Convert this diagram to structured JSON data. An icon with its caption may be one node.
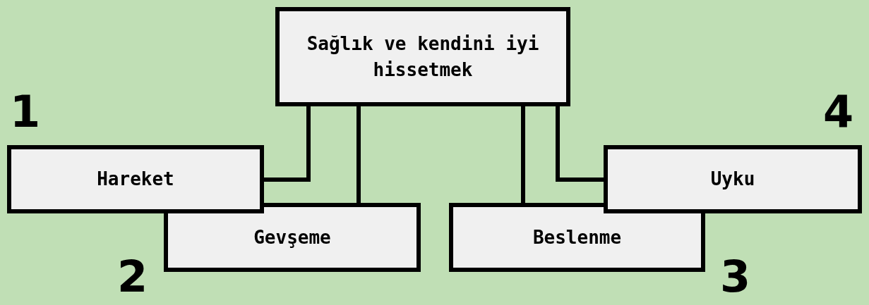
{
  "diagram": {
    "nodes": [
      {
        "text": [
          "Sağlık ve kendini iyi hissetmek"
        ]
      },
      {
        "text": [
          "Hareket"
        ]
      },
      {
        "text": [
          "Gevşeme"
        ]
      },
      {
        "text": [
          "Beslenme"
        ]
      },
      {
        "text": [
          "Uyku"
        ]
      }
    ],
    "edges": [
      {
        "from": 0,
        "to": 1,
        "arrow": "none"
      },
      {
        "from": 0,
        "to": 2,
        "arrow": "none"
      },
      {
        "from": 0,
        "to": 3,
        "arrow": "none"
      },
      {
        "from": 0,
        "to": 4,
        "arrow": "none"
      }
    ],
    "labels": [
      "1",
      "4",
      "2",
      "3"
    ]
  }
}
